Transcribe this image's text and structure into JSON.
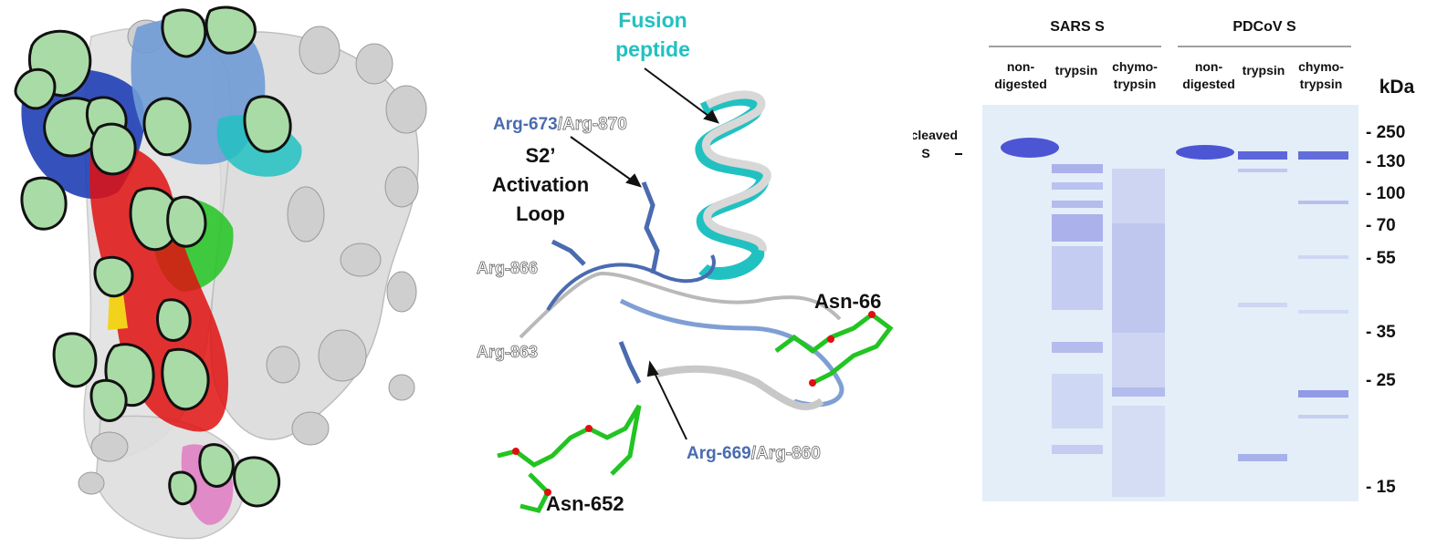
{
  "closeup": {
    "fusion_peptide": [
      "Fusion",
      "peptide"
    ],
    "arg673": "Arg-673",
    "arg870": "/Arg-870",
    "s2_loop": [
      "S2’",
      "Activation",
      "Loop"
    ],
    "arg866": "Arg-866",
    "arg863": "Arg-863",
    "asn66": "Asn-66",
    "arg669": "Arg-669",
    "arg860": "/Arg-860",
    "asn652": "Asn-652"
  },
  "gel": {
    "groups": [
      {
        "name": "SARS S",
        "lanes": [
          [
            "non-",
            "digested"
          ],
          [
            "trypsin"
          ],
          [
            "chymo-",
            "trypsin"
          ]
        ]
      },
      {
        "name": "PDCoV S",
        "lanes": [
          [
            "non-",
            "digested"
          ],
          [
            "trypsin"
          ],
          [
            "chymo-",
            "trypsin"
          ]
        ]
      }
    ],
    "uncleaved": [
      "Uncleaved",
      "S"
    ],
    "unit": "kDa",
    "markers": [
      "- 250",
      "- 130",
      "- 100",
      "- 70",
      "- 55",
      "- 35",
      "- 25",
      "- 15"
    ]
  },
  "colors": {
    "glycan": "#a9dba6",
    "ntd": "#1f3fb5",
    "rbd": "#6f9bd6",
    "s2": "#e01010",
    "fusion": "#22c1c1",
    "green_domain": "#22c422",
    "protomer_gray": "#d7d7d7",
    "gel_bg": "#e4eef8",
    "band": "#4c56d4",
    "arg_blue": "#4a6bb0"
  }
}
